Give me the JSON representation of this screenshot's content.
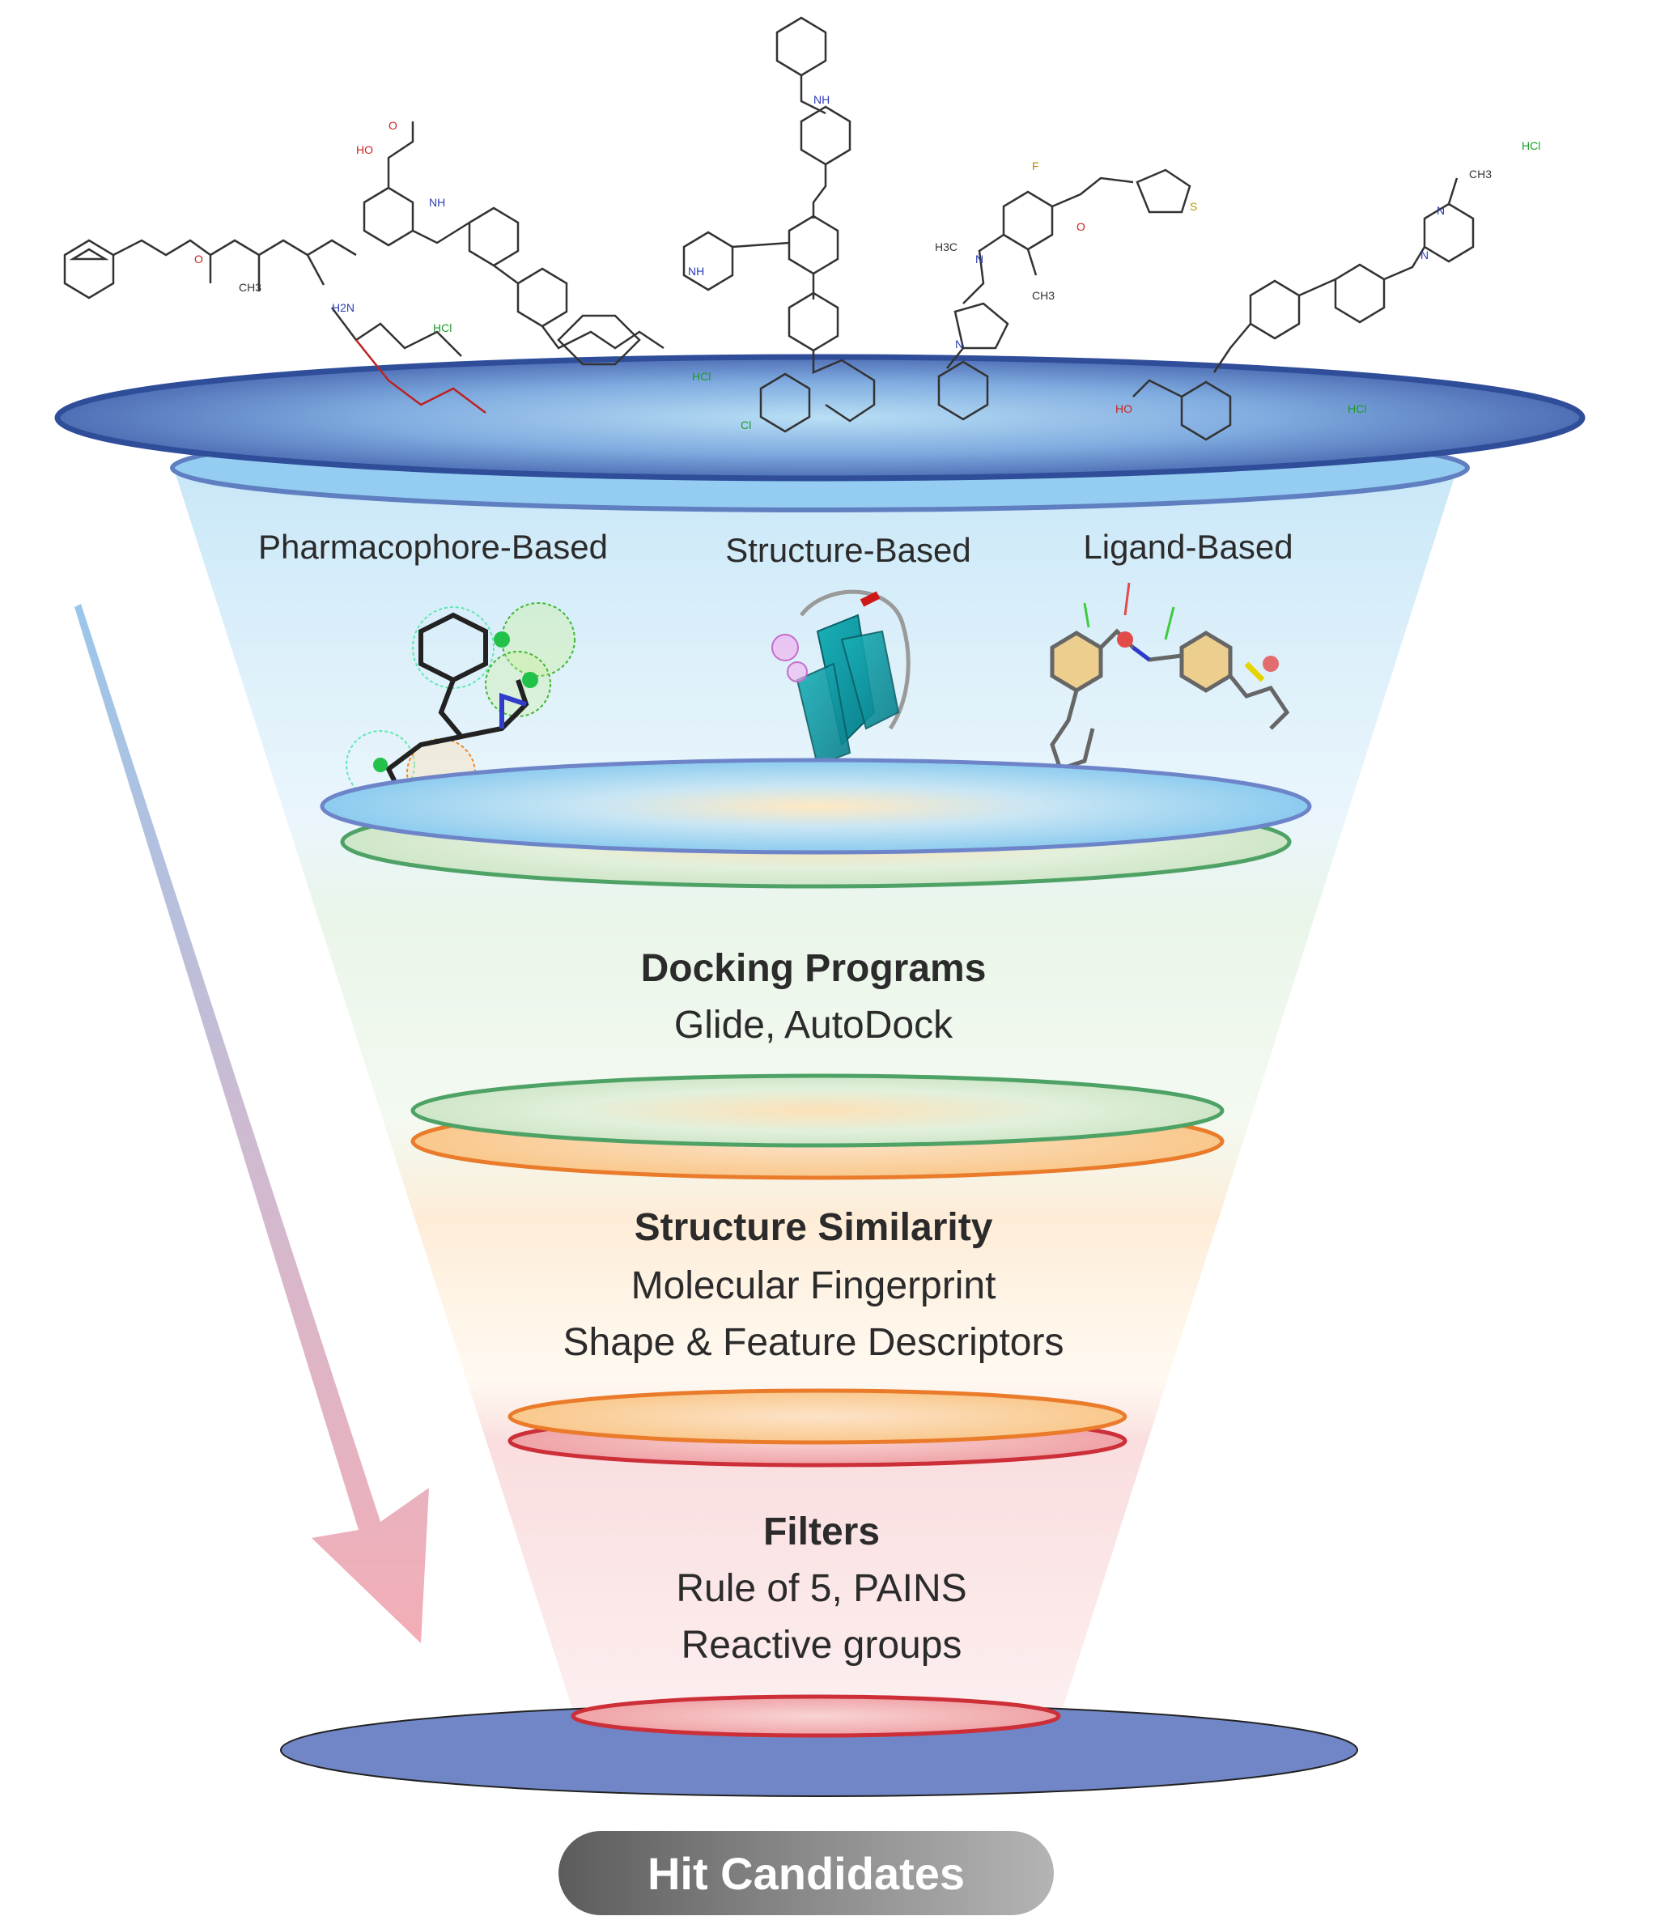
{
  "top_methods": {
    "pharmacophore": "Pharmacophore-Based",
    "structure": "Structure-Based",
    "ligand": "Ligand-Based"
  },
  "molecule_labels": {
    "hcl": "HCl",
    "oh": "HO",
    "nh": "NH",
    "n": "N",
    "o": "O",
    "s": "S",
    "f": "F",
    "ch3": "CH3",
    "h3c": "H3C",
    "h2n": "H2N",
    "cl": "Cl"
  },
  "stages": [
    {
      "title": "Docking Programs",
      "lines": [
        "Glide, AutoDock"
      ]
    },
    {
      "title": "Structure Similarity",
      "lines": [
        "Molecular Fingerprint",
        "Shape & Feature Descriptors"
      ]
    },
    {
      "title": "Filters",
      "lines": [
        "Rule of 5, PAINS",
        "Reactive groups"
      ]
    }
  ],
  "result": {
    "label": "Hit Candidates"
  },
  "colors": {
    "top_disc": "#4f6fb5",
    "blue_layer": "#a9d4f0",
    "green_layer": "#6aae78",
    "orange_layer": "#ef8a3a",
    "red_layer": "#d33a44",
    "base_disc": "#7186c6"
  }
}
